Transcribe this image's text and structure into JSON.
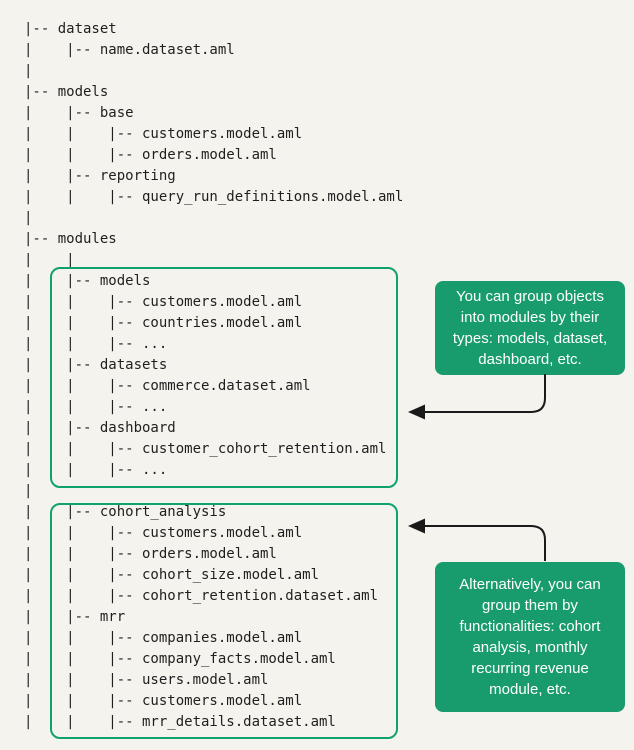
{
  "colors": {
    "background": "#f5f3ee",
    "text": "#1f1f1f",
    "box_border_green": "#0fa26c",
    "accent_green": "#189c6e",
    "callout_text": "#ffffff",
    "arrow": "#1a1a1a"
  },
  "tree": {
    "lines": [
      "|-- dataset",
      "|    |-- name.dataset.aml",
      "|",
      "|-- models",
      "|    |-- base",
      "|    |    |-- customers.model.aml",
      "|    |    |-- orders.model.aml",
      "|    |-- reporting",
      "|    |    |-- query_run_definitions.model.aml",
      "|",
      "|-- modules",
      "|    |",
      "|    |-- models",
      "|    |    |-- customers.model.aml",
      "|    |    |-- countries.model.aml",
      "|    |    |-- ...",
      "|    |-- datasets",
      "|    |    |-- commerce.dataset.aml",
      "|    |    |-- ...",
      "|    |-- dashboard",
      "|    |    |-- customer_cohort_retention.aml",
      "|    |    |-- ...",
      "|",
      "|    |-- cohort_analysis",
      "|    |    |-- customers.model.aml",
      "|    |    |-- orders.model.aml",
      "|    |    |-- cohort_size.model.aml",
      "|    |    |-- cohort_retention.dataset.aml",
      "|    |-- mrr",
      "|    |    |-- companies.model.aml",
      "|    |    |-- company_facts.model.aml",
      "|    |    |-- users.model.aml",
      "|    |    |-- customers.model.aml",
      "|    |    |-- mrr_details.dataset.aml"
    ]
  },
  "callouts": [
    {
      "lines": [
        "You can group objects",
        "into modules by their",
        "types: models, dataset,",
        "dashboard, etc."
      ]
    },
    {
      "lines": [
        "Alternatively, you can",
        "group them by",
        "functionalities: cohort",
        "analysis, monthly",
        "recurring revenue",
        "module, etc."
      ]
    }
  ]
}
